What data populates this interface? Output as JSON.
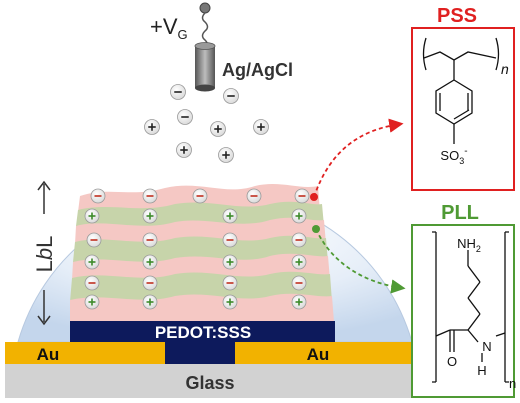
{
  "gate": {
    "base": "+V",
    "sub": "G",
    "electrode": "Ag/AgCl"
  },
  "lbl": {
    "label_pre": "L",
    "label_italic": "b",
    "label_post": "L"
  },
  "device": {
    "channel": "PEDOT:SSS",
    "left_contact": "Au",
    "right_contact": "Au",
    "substrate": "Glass"
  },
  "pss": {
    "title": "PSS",
    "subscript_n": "n",
    "sulfonate": {
      "base": "SO",
      "sub": "3",
      "sup": "-"
    }
  },
  "pll": {
    "title": "PLL",
    "amine": {
      "base": "NH",
      "sub": "2"
    },
    "oxygen": "O",
    "nitrogen": "N",
    "hydrogen": "H",
    "subscript_n": "n"
  },
  "colors": {
    "dome": "#d6e3f2",
    "pink_layer": "#f5c8c4",
    "green_layer": "#c6d4a9",
    "pss_accent": "#e02020",
    "pll_accent": "#4f9a34",
    "channel": "#0d1a5c",
    "gold": "#f2b200",
    "glass": "#cfcfcf"
  },
  "icons": [
    "minus-ion-icon",
    "plus-ion-icon",
    "gate-wire-icon",
    "electrode-icon",
    "double-arrow-icon"
  ]
}
